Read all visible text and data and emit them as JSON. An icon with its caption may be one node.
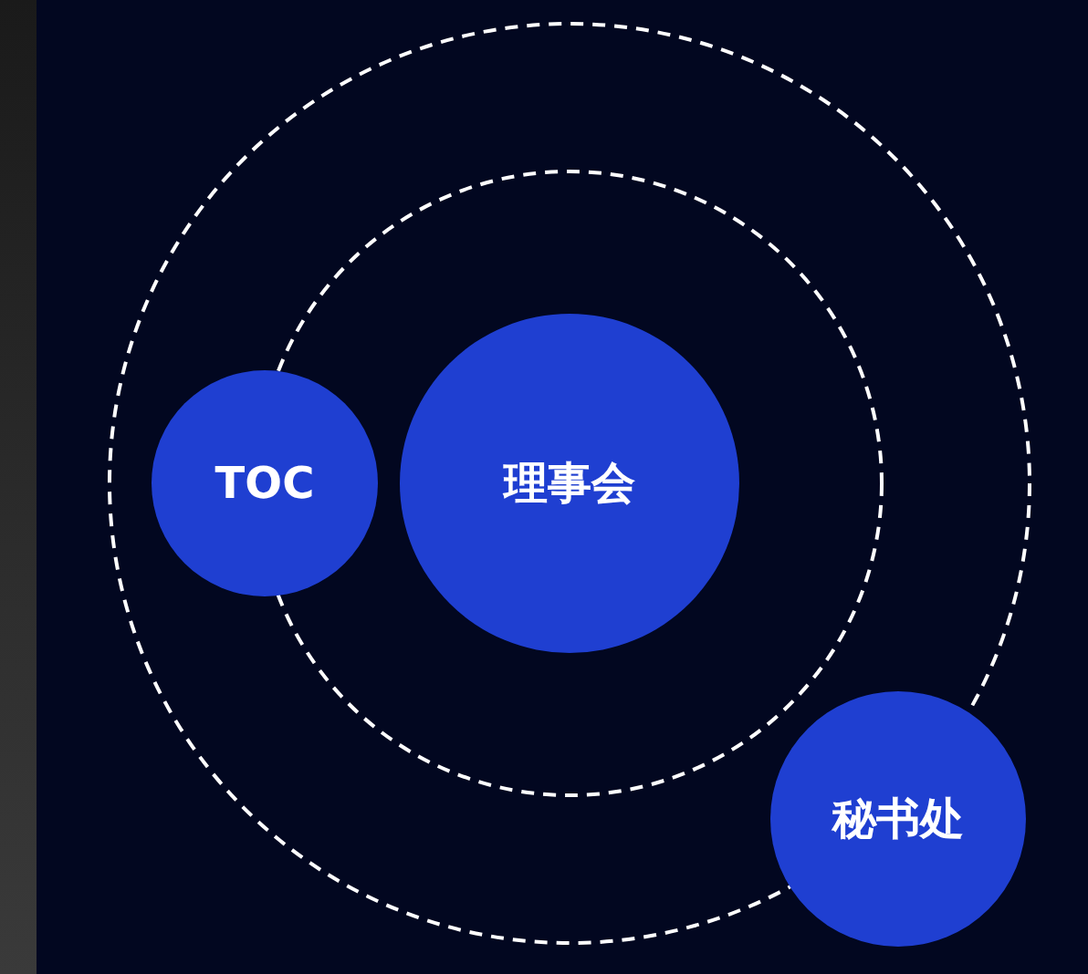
{
  "diagram": {
    "nodes": [
      {
        "text": [
          "TOC"
        ]
      },
      {
        "text": [
          "理事会"
        ]
      },
      {
        "text": [
          "秘书处"
        ]
      }
    ]
  }
}
